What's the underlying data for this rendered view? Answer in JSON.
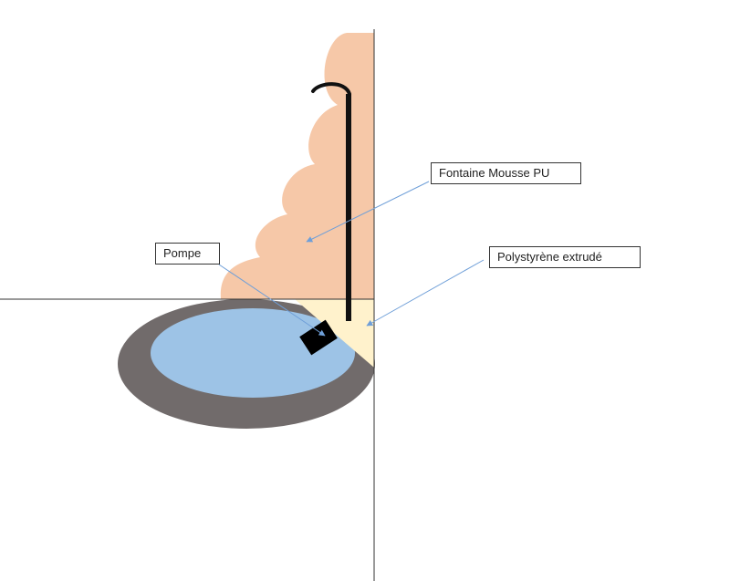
{
  "labels": {
    "fountain": "Fontaine Mousse PU",
    "pump": "Pompe",
    "polystyrene": "Polystyrène extrudé"
  },
  "colors": {
    "foam": "#f6c8a8",
    "polystyrene": "#fff2cc",
    "basin_rim": "#716b6b",
    "water": "#9dc3e6",
    "pump": "#000000",
    "pipe": "#111111",
    "guide_line": "#333333",
    "leader_line": "#6f9fd8"
  }
}
